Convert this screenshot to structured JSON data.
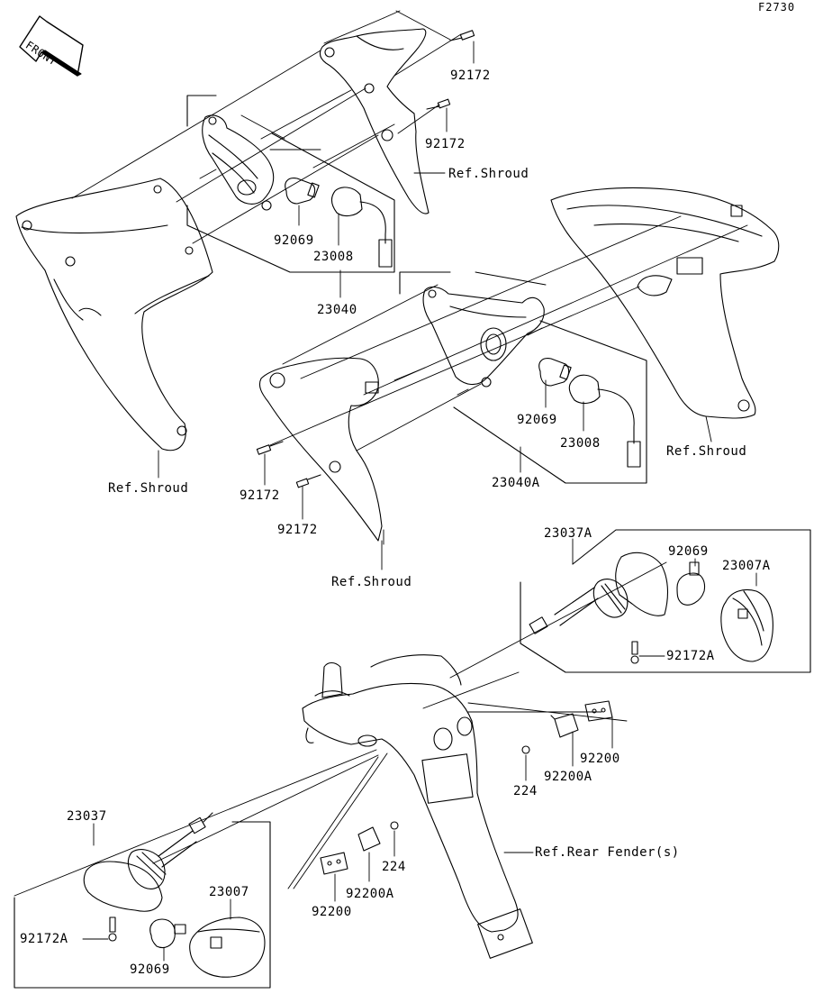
{
  "diagram_code": "F2730",
  "front_marker": "FRONT",
  "labels": {
    "p92172_top1": "92172",
    "p92172_top2": "92172",
    "ref_shroud_top": "Ref.Shroud",
    "p92069_l": "92069",
    "p23008_l": "23008",
    "p23040": "23040",
    "ref_shroud_left": "Ref.Shroud",
    "p92069_r": "92069",
    "p23008_r": "23008",
    "ref_shroud_right": "Ref.Shroud",
    "p23040A": "23040A",
    "p92172_mid1": "92172",
    "p92172_mid2": "92172",
    "ref_shroud_mid": "Ref.Shroud",
    "p23037A": "23037A",
    "p92069_rr": "92069",
    "p23007A": "23007A",
    "p92172A_r": "92172A",
    "p92200_r": "92200",
    "p92200A_r": "92200A",
    "p224_r": "224",
    "ref_rear_fender": "Ref.Rear Fender(s)",
    "p23037": "23037",
    "p224_l": "224",
    "p92200A_l": "92200A",
    "p92200_l": "92200",
    "p23007": "23007",
    "p92172A_l": "92172A",
    "p92069_ll": "92069"
  }
}
